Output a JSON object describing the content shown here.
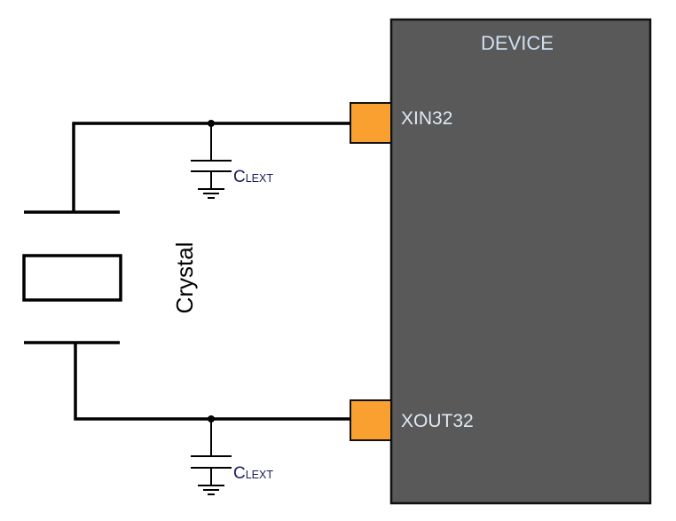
{
  "diagram": {
    "type": "schematic",
    "device": {
      "title": "DEVICE",
      "fill_color": "#595959",
      "border_color": "#111111"
    },
    "pins": [
      {
        "name": "XIN32",
        "color": "#f9a030"
      },
      {
        "name": "XOUT32",
        "color": "#f9a030"
      }
    ],
    "crystal": {
      "label": "Crystal"
    },
    "capacitors": [
      {
        "label_main": "C",
        "label_sub": "LEXT",
        "net": "XIN32"
      },
      {
        "label_main": "C",
        "label_sub": "LEXT",
        "net": "XOUT32"
      }
    ],
    "wire_color": "#000000"
  }
}
